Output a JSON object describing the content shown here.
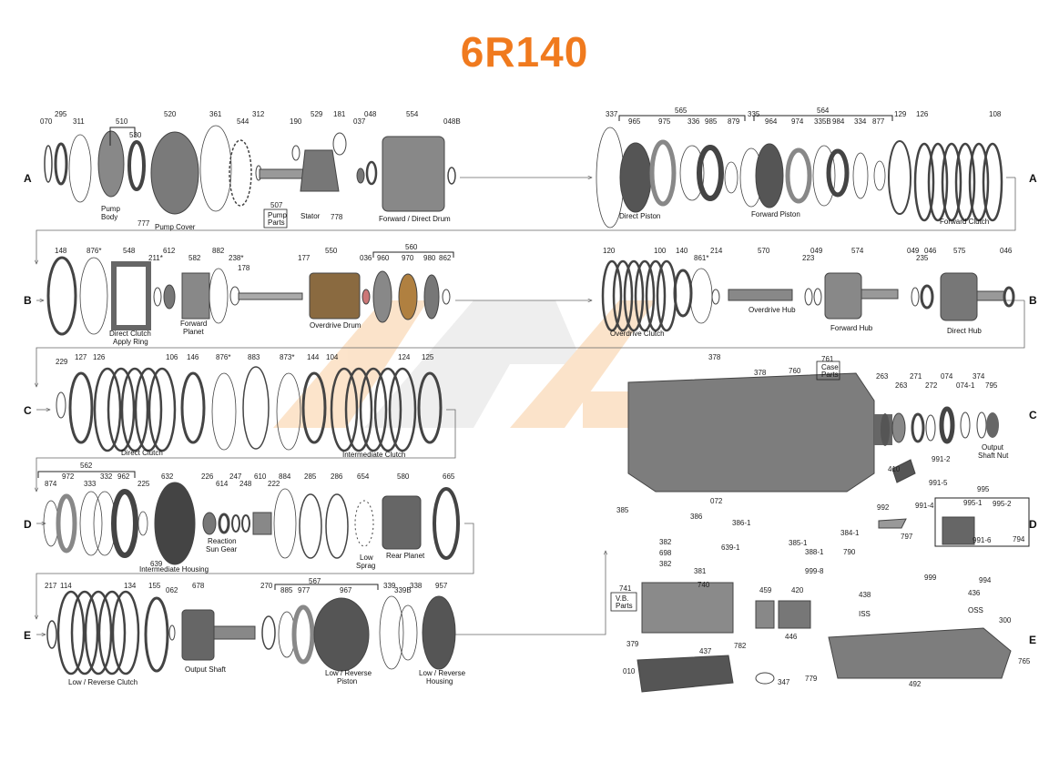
{
  "title": "6R140",
  "watermark": {
    "text_colors": {
      "orange": "#f6b26b",
      "gray": "#cccccc"
    }
  },
  "colors": {
    "title": "#f07a1e",
    "ink": "#222222",
    "part": "#555555"
  },
  "rows": [
    "A",
    "B",
    "C",
    "D",
    "E"
  ],
  "part_numbers": [
    {
      "id": "p070",
      "t": "070"
    },
    {
      "id": "p295",
      "t": "295"
    },
    {
      "id": "p311",
      "t": "311"
    },
    {
      "id": "p510",
      "t": "510"
    },
    {
      "id": "p530",
      "t": "530"
    },
    {
      "id": "p520",
      "t": "520"
    },
    {
      "id": "p361",
      "t": "361"
    },
    {
      "id": "p544",
      "t": "544"
    },
    {
      "id": "p312",
      "t": "312"
    },
    {
      "id": "p190",
      "t": "190"
    },
    {
      "id": "p529",
      "t": "529"
    },
    {
      "id": "p181",
      "t": "181"
    },
    {
      "id": "p048",
      "t": "048"
    },
    {
      "id": "p037",
      "t": "037"
    },
    {
      "id": "p554",
      "t": "554"
    },
    {
      "id": "p048B",
      "t": "048B"
    },
    {
      "id": "p777",
      "t": "777"
    },
    {
      "id": "p778",
      "t": "778"
    },
    {
      "id": "p507",
      "t": "507"
    },
    {
      "id": "p337",
      "t": "337"
    },
    {
      "id": "p565",
      "t": "565"
    },
    {
      "id": "p965",
      "t": "965"
    },
    {
      "id": "p975",
      "t": "975"
    },
    {
      "id": "p336",
      "t": "336"
    },
    {
      "id": "p985",
      "t": "985"
    },
    {
      "id": "p879",
      "t": "879"
    },
    {
      "id": "p335",
      "t": "335"
    },
    {
      "id": "p564",
      "t": "564"
    },
    {
      "id": "p964",
      "t": "964"
    },
    {
      "id": "p974",
      "t": "974"
    },
    {
      "id": "p335B",
      "t": "335B"
    },
    {
      "id": "p984",
      "t": "984"
    },
    {
      "id": "p334",
      "t": "334"
    },
    {
      "id": "p877",
      "t": "877"
    },
    {
      "id": "p129",
      "t": "129"
    },
    {
      "id": "p126a",
      "t": "126"
    },
    {
      "id": "p108",
      "t": "108"
    },
    {
      "id": "p148",
      "t": "148"
    },
    {
      "id": "p876a",
      "t": "876*"
    },
    {
      "id": "p548",
      "t": "548"
    },
    {
      "id": "p211",
      "t": "211*"
    },
    {
      "id": "p612",
      "t": "612"
    },
    {
      "id": "p582",
      "t": "582"
    },
    {
      "id": "p882",
      "t": "882"
    },
    {
      "id": "p238",
      "t": "238*"
    },
    {
      "id": "p178",
      "t": "178"
    },
    {
      "id": "p177",
      "t": "177"
    },
    {
      "id": "p550",
      "t": "550"
    },
    {
      "id": "p036",
      "t": "036"
    },
    {
      "id": "p560",
      "t": "560"
    },
    {
      "id": "p960",
      "t": "960"
    },
    {
      "id": "p970",
      "t": "970"
    },
    {
      "id": "p980",
      "t": "980"
    },
    {
      "id": "p862",
      "t": "862"
    },
    {
      "id": "p120",
      "t": "120"
    },
    {
      "id": "p100",
      "t": "100"
    },
    {
      "id": "p140",
      "t": "140"
    },
    {
      "id": "p861",
      "t": "861*"
    },
    {
      "id": "p214",
      "t": "214"
    },
    {
      "id": "p570",
      "t": "570"
    },
    {
      "id": "p223",
      "t": "223"
    },
    {
      "id": "p049a",
      "t": "049"
    },
    {
      "id": "p574",
      "t": "574"
    },
    {
      "id": "p049b",
      "t": "049"
    },
    {
      "id": "p235",
      "t": "235"
    },
    {
      "id": "p046a",
      "t": "046"
    },
    {
      "id": "p575",
      "t": "575"
    },
    {
      "id": "p046b",
      "t": "046"
    },
    {
      "id": "p229",
      "t": "229"
    },
    {
      "id": "p127",
      "t": "127"
    },
    {
      "id": "p126b",
      "t": "126"
    },
    {
      "id": "p106",
      "t": "106"
    },
    {
      "id": "p146",
      "t": "146"
    },
    {
      "id": "p876b",
      "t": "876*"
    },
    {
      "id": "p883",
      "t": "883"
    },
    {
      "id": "p873",
      "t": "873*"
    },
    {
      "id": "p144",
      "t": "144"
    },
    {
      "id": "p104",
      "t": "104"
    },
    {
      "id": "p124",
      "t": "124"
    },
    {
      "id": "p125",
      "t": "125"
    },
    {
      "id": "p378a",
      "t": "378"
    },
    {
      "id": "p378b",
      "t": "378"
    },
    {
      "id": "p760",
      "t": "760"
    },
    {
      "id": "p761",
      "t": "761"
    },
    {
      "id": "p263a",
      "t": "263"
    },
    {
      "id": "p263b",
      "t": "263"
    },
    {
      "id": "p271",
      "t": "271"
    },
    {
      "id": "p272",
      "t": "272"
    },
    {
      "id": "p074",
      "t": "074"
    },
    {
      "id": "p0741",
      "t": "074-1"
    },
    {
      "id": "p374",
      "t": "374"
    },
    {
      "id": "p795",
      "t": "795"
    },
    {
      "id": "p562",
      "t": "562"
    },
    {
      "id": "p874",
      "t": "874"
    },
    {
      "id": "p972",
      "t": "972"
    },
    {
      "id": "p333",
      "t": "333"
    },
    {
      "id": "p332",
      "t": "332"
    },
    {
      "id": "p962",
      "t": "962"
    },
    {
      "id": "p225",
      "t": "225"
    },
    {
      "id": "p632",
      "t": "632"
    },
    {
      "id": "p226",
      "t": "226"
    },
    {
      "id": "p614",
      "t": "614"
    },
    {
      "id": "p247",
      "t": "247"
    },
    {
      "id": "p248",
      "t": "248"
    },
    {
      "id": "p610",
      "t": "610"
    },
    {
      "id": "p884",
      "t": "884"
    },
    {
      "id": "p222",
      "t": "222"
    },
    {
      "id": "p285",
      "t": "285"
    },
    {
      "id": "p286",
      "t": "286"
    },
    {
      "id": "p654",
      "t": "654"
    },
    {
      "id": "p580",
      "t": "580"
    },
    {
      "id": "p665",
      "t": "665"
    },
    {
      "id": "p639a",
      "t": "639"
    },
    {
      "id": "p217",
      "t": "217"
    },
    {
      "id": "p114",
      "t": "114"
    },
    {
      "id": "p134",
      "t": "134"
    },
    {
      "id": "p155",
      "t": "155"
    },
    {
      "id": "p062",
      "t": "062"
    },
    {
      "id": "p678",
      "t": "678"
    },
    {
      "id": "p270",
      "t": "270"
    },
    {
      "id": "p567",
      "t": "567"
    },
    {
      "id": "p885",
      "t": "885"
    },
    {
      "id": "p977",
      "t": "977"
    },
    {
      "id": "p967",
      "t": "967"
    },
    {
      "id": "p339",
      "t": "339"
    },
    {
      "id": "p339B",
      "t": "339B"
    },
    {
      "id": "p338",
      "t": "338"
    },
    {
      "id": "p957",
      "t": "957"
    },
    {
      "id": "p410",
      "t": "410"
    },
    {
      "id": "p9912",
      "t": "991-2"
    },
    {
      "id": "p9915",
      "t": "991-5"
    },
    {
      "id": "p995",
      "t": "995"
    },
    {
      "id": "p9951",
      "t": "995-1"
    },
    {
      "id": "p9952",
      "t": "995-2"
    },
    {
      "id": "p9914",
      "t": "991-4"
    },
    {
      "id": "p992",
      "t": "992"
    },
    {
      "id": "p797",
      "t": "797"
    },
    {
      "id": "p9916",
      "t": "991-6"
    },
    {
      "id": "p794",
      "t": "794"
    },
    {
      "id": "p072",
      "t": "072"
    },
    {
      "id": "p385",
      "t": "385"
    },
    {
      "id": "p386",
      "t": "386"
    },
    {
      "id": "p3861",
      "t": "386-1"
    },
    {
      "id": "p3841",
      "t": "384-1"
    },
    {
      "id": "p3851",
      "t": "385-1"
    },
    {
      "id": "p3881",
      "t": "388-1"
    },
    {
      "id": "p790",
      "t": "790"
    },
    {
      "id": "p382a",
      "t": "382"
    },
    {
      "id": "p698",
      "t": "698"
    },
    {
      "id": "p382b",
      "t": "382"
    },
    {
      "id": "p381",
      "t": "381"
    },
    {
      "id": "p6391",
      "t": "639-1"
    },
    {
      "id": "p9998",
      "t": "999-8"
    },
    {
      "id": "p999",
      "t": "999"
    },
    {
      "id": "p994",
      "t": "994"
    },
    {
      "id": "p741",
      "t": "741"
    },
    {
      "id": "p740",
      "t": "740"
    },
    {
      "id": "p459",
      "t": "459"
    },
    {
      "id": "p420",
      "t": "420"
    },
    {
      "id": "p438",
      "t": "438"
    },
    {
      "id": "p436",
      "t": "436"
    },
    {
      "id": "p300",
      "t": "300"
    },
    {
      "id": "p379",
      "t": "379"
    },
    {
      "id": "p437",
      "t": "437"
    },
    {
      "id": "p782",
      "t": "782"
    },
    {
      "id": "p446",
      "t": "446"
    },
    {
      "id": "p765",
      "t": "765"
    },
    {
      "id": "p010",
      "t": "010"
    },
    {
      "id": "p347",
      "t": "347"
    },
    {
      "id": "p779",
      "t": "779"
    },
    {
      "id": "p492",
      "t": "492"
    }
  ],
  "captions": {
    "pump_body": [
      "Pump",
      "Body"
    ],
    "pump_cover": "Pump Cover",
    "pump_parts": [
      "Pump",
      "Parts"
    ],
    "stator": "Stator",
    "fwd_direct_drum": "Forward / Direct Drum",
    "direct_piston": "Direct Piston",
    "forward_piston": "Forward Piston",
    "forward_clutch": "Forward Clutch",
    "direct_clutch_apply_ring": [
      "Direct Clutch",
      "Apply Ring"
    ],
    "forward_planet": [
      "Forward",
      "Planet"
    ],
    "overdrive_drum": "Overdrive Drum",
    "overdrive_clutch": "Overdrive Clutch",
    "overdrive_hub": "Overdrive Hub",
    "forward_hub": "Forward Hub",
    "direct_hub": "Direct Hub",
    "direct_clutch": "Direct Clutch",
    "intermediate_clutch": "Intermediate Clutch",
    "case_parts": [
      "Case",
      "Parts"
    ],
    "output_shaft_nut": [
      "Output",
      "Shaft Nut"
    ],
    "reaction_sun_gear": [
      "Reaction",
      "Sun Gear"
    ],
    "intermediate_housing": "Intermediate Housing",
    "low_sprag": [
      "Low",
      "Sprag"
    ],
    "rear_planet": "Rear Planet",
    "low_reverse_clutch": "Low / Reverse Clutch",
    "output_shaft": "Output Shaft",
    "low_reverse_piston": [
      "Low / Reverse",
      "Piston"
    ],
    "low_reverse_housing": [
      "Low / Reverse",
      "Housing"
    ],
    "vb_parts": [
      "V.B.",
      "Parts"
    ],
    "iss": "ISS",
    "oss": "OSS"
  }
}
